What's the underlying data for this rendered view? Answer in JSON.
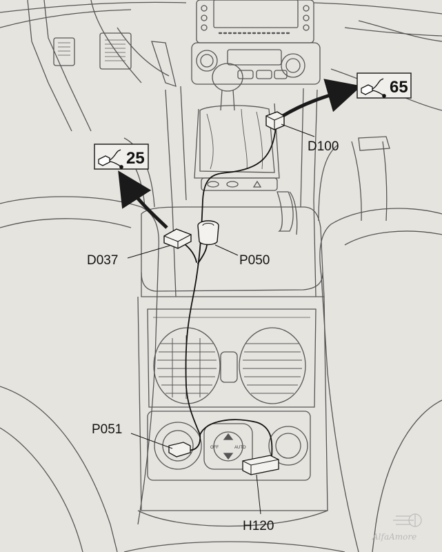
{
  "components": [
    {
      "id": "d100",
      "code": "D100"
    },
    {
      "id": "d037",
      "code": "D037"
    },
    {
      "id": "p050",
      "code": "P050"
    },
    {
      "id": "p051",
      "code": "P051"
    },
    {
      "id": "h120",
      "code": "H120"
    }
  ],
  "references": [
    {
      "id": "ref-65",
      "number": "65"
    },
    {
      "id": "ref-25",
      "number": "25"
    }
  ],
  "climate_panel": {
    "off_label": "OFF",
    "auto_label": "AUTO"
  },
  "watermark": "AlfaAmore"
}
